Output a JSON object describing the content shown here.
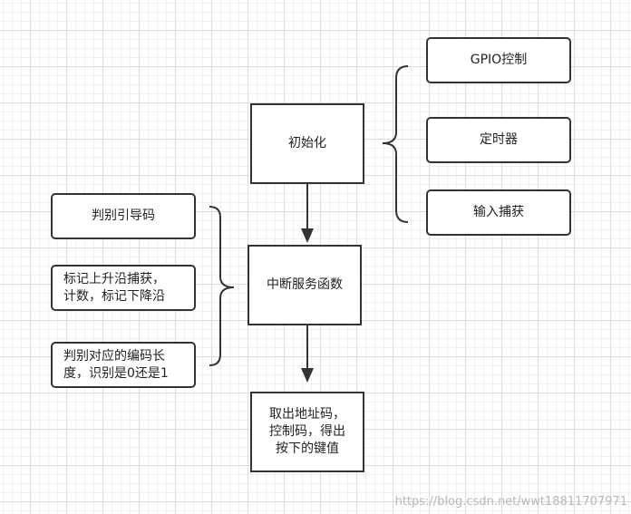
{
  "nodes": {
    "init": "初始化",
    "isr": "中断服务函数",
    "output": "取出地址码，\n控制码，得出\n按下的键值",
    "init_children": [
      "GPIO控制",
      "定时器",
      "输入捕获"
    ],
    "isr_children": [
      "判别引导码",
      "标记上升沿捕获，\n计数，标记下降沿",
      "判别对应的编码长\n度，识别是0还是1"
    ]
  },
  "watermark": "https://blog.csdn.net/wwt18811707971",
  "colors": {
    "stroke": "#333333",
    "grid_major": "#dcdcdc",
    "grid_minor": "#f0f0f0"
  }
}
